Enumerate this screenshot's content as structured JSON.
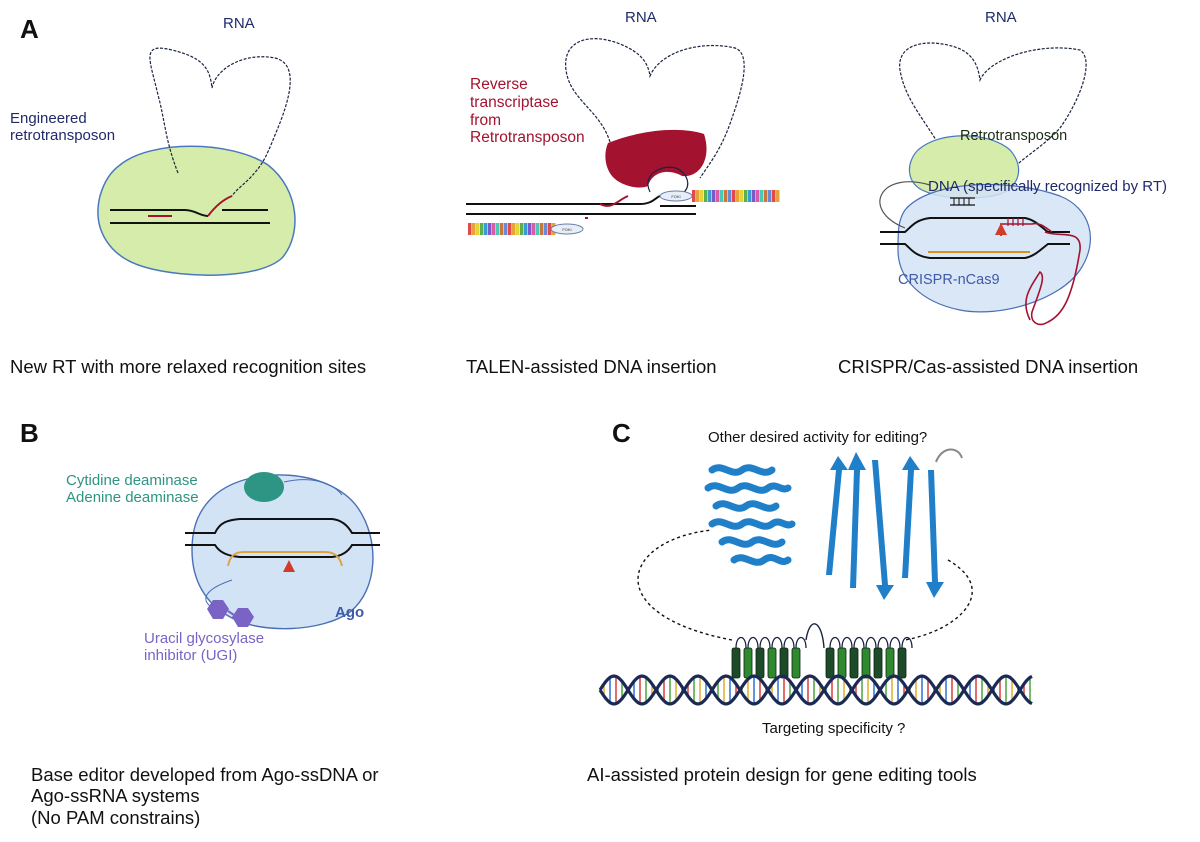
{
  "panels": {
    "a": {
      "letter": "A",
      "sub1": {
        "rna": "RNA",
        "label": "Engineered\nretrotransposon",
        "caption": "New RT with more relaxed recognition sites"
      },
      "sub2": {
        "rna": "RNA",
        "label": "Reverse\ntranscriptase\nfrom\nRetrotransposon",
        "fok1": "FOKI",
        "fok2": "FOKI",
        "caption": "TALEN-assisted DNA insertion"
      },
      "sub3": {
        "rna": "RNA",
        "retro": "Retrotransposon",
        "dna": "DNA (specifically recognized by RT)",
        "cas": "CRISPR-nCas9",
        "caption": "CRISPR/Cas-assisted DNA insertion"
      }
    },
    "b": {
      "letter": "B",
      "deaminase": "Cytidine deaminase\nAdenine deaminase",
      "ugi": "Uracil glycosylase\ninhibitor (UGI)",
      "ago": "Ago",
      "caption": "Base editor developed from Ago-ssDNA or\nAgo-ssRNA systems\n(No PAM constrains)"
    },
    "c": {
      "letter": "C",
      "top": "Other desired activity for editing?",
      "bottom": "Targeting specificity ?",
      "caption": "AI-assisted protein design for gene editing tools"
    }
  },
  "colors": {
    "navy": "#1f2a6b",
    "retro_fill": "#d6ecaa",
    "retro_stroke": "#4a78c0",
    "rt_red": "#a3122e",
    "cas_fill": "#d3e3f6",
    "cas_stroke": "#4a6fb5",
    "teal": "#2e9483",
    "purple": "#7b63c6",
    "ago_blue": "#3f5aa8",
    "helix_blue": "#1f7fc9",
    "dark_green": "#1d4a28",
    "green": "#2f8a2f"
  }
}
